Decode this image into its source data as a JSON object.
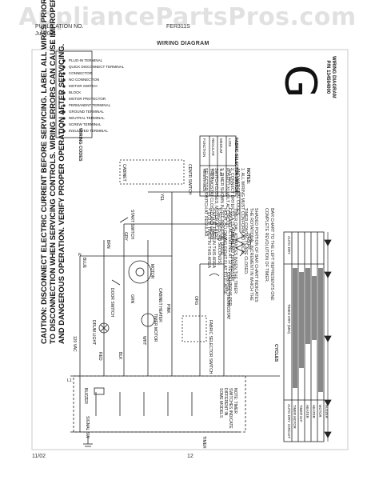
{
  "watermark": "AppliancePartsPros.com",
  "header": {
    "left_line1": "PUBLICATION NO.",
    "left_line2": "Jul 2001",
    "right_line1": "FER311S",
    "title": "WIRING DIAGRAM"
  },
  "footer": {
    "date": "11/02",
    "page": "12"
  },
  "caution": [
    "CAUTION: DISCONNECT ELECTRIC CURRENT BEFORE SERVICING. LABEL ALL WIRES PRIOR",
    "TO DISCONNECTION WHEN SERVICING CONTROLS. WIRING ERRORS CAN CAUSE IMPROPER",
    "AND DANGEROUS OPERATION. VERIFY PROPER OPERATION AFTER SERVICING."
  ],
  "wiring_codes": {
    "title": "WIRING CODES",
    "items": [
      "PLUG-IN TERMINAL",
      "QUICK DISCONNECT TERMINAL",
      "CONNECTOR",
      "NO CONNECTION",
      "MOTOR SWITCH",
      "BLOCK",
      "MOTOR PROTECTOR",
      "PERMANENT TERMINAL",
      "GROUND TERMINAL",
      "NEUTRAL TERMINAL",
      "SCREW TERMINAL",
      "INSULATED TERMINAL"
    ]
  },
  "fabric_selector": {
    "title": "FABRIC SELECTOR SWITCH",
    "headers": [
      "FUNCTION",
      "RESISTANCE"
    ],
    "rows": [
      [
        "REGULAR",
        "OPEN"
      ],
      [
        "MEDIUM",
        "4.4K"
      ],
      [
        "LOW",
        "10.1 MAX"
      ]
    ]
  },
  "notes": {
    "title": "NOTES:",
    "lines": [
      "1. ALL WIRING MUST CONFORM TO LOCAL",
      "   AND NATIONAL CODES.",
      "2. CONNECT DRYER TO A 15 AMPERE",
      "   FUSED 120 VOLT AC CIRCUIT.",
      "3. TIMER SHOWN IN OFF POSITION, DOOR",
      "   SWITCH CLOSED, MOTOR AT REST,",
      "   THERMOSTAT CLOSED AND FABRIC",
      "   SELECTOR SWITCH AT REGULAR."
    ]
  },
  "bar_chart_note": [
    "BAR CHART TO THE LEFT REPRESENTS ONE",
    "COMPLETE REVOLUTION OF TIMER.",
    "",
    "SHADED PORTION OF BAR CHART INDICATES",
    "THE ROTATIONAL INCREMENT IN WHICH THE",
    "TIMER CONTACTS ARE CLOSED.",
    "",
    "TIMER DIAL ADVANCES WHEN THE TIMER",
    "CAM AND ACTUATING AT 12 REVOLUTIONS PER",
    "HOUR, ALLOWING EIGHT FLAT TO ELAPSE",
    "6 SECONDS (4.5 SECONDS)."
  ],
  "legend_arrows": [
    "= STD IF TIMER IN THIS AREA",
    "= STD IF TIMER IN THIS AREA"
  ],
  "doc_block": {
    "big_letter": "G",
    "line1": "WIRING DIAGRAM",
    "line2": "P/N 134584000"
  },
  "cycles": {
    "title": "CYCLES",
    "columns": [
      "AUTO DRY",
      "TIMED DRY (MIN)",
      "AUTO DRY"
    ],
    "circuit_header": "CIRCUIT",
    "rows": [
      "TIMER MOTOR",
      "TIMER M-F",
      "HEATER",
      "HEATER",
      "MOTOR",
      "BUZZER"
    ]
  },
  "timer_note": [
    "NOTE: TIMER",
    "SWITCHES INDICATE",
    "DIFFERENT IN",
    "SOME MODELS"
  ],
  "components": {
    "l1": "L1",
    "n": "N",
    "supply": "120 VAC",
    "red": "RED",
    "blk": "BLK",
    "wht": "WHT",
    "blue": "BLUE",
    "brn": "BRN",
    "pink": "PINK",
    "org": "ORG",
    "yel": "YEL",
    "grn": "GRN",
    "gry": "GRY",
    "buzzer": "BUZZER",
    "signal_sw": "SIGNAL SW",
    "timer": "TIMER",
    "timer_motor": "TIMER MOTOR",
    "drum_light": "DRUM LIGHT",
    "door_switch": "DOOR SWITCH",
    "motor": "MOTOR",
    "cabinet_heater": "CABINET HEATER",
    "start_switch": "START SWITCH",
    "control_thermostat": "CONTROL THERMOSTAT",
    "high_limit": "HIGH LIMIT THERMOSTAT",
    "fabric_switch": "FABRIC SELECTOR SWITCH",
    "heater": "HEATER",
    "cabinet": "CABINET",
    "centrifugal": "CENTR SWITCH"
  }
}
